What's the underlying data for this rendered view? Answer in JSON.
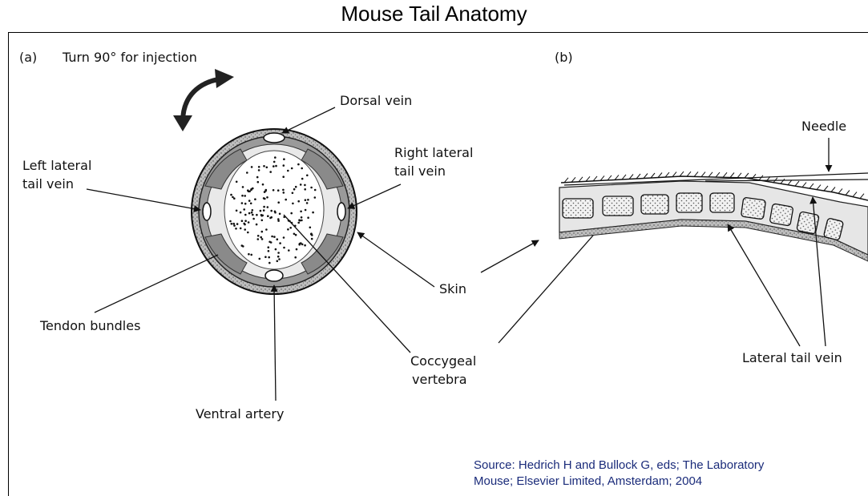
{
  "title": "Mouse Tail Anatomy",
  "panel_a": {
    "marker": "(a)",
    "instruction": "Turn 90° for injection",
    "labels": {
      "dorsal_vein": "Dorsal vein",
      "right_lateral_1": "Right lateral",
      "right_lateral_2": "tail vein",
      "left_lateral_1": "Left lateral",
      "left_lateral_2": "tail vein",
      "tendon_bundles": "Tendon bundles",
      "ventral_artery": "Ventral artery"
    }
  },
  "panel_b": {
    "marker": "(b)",
    "labels": {
      "needle": "Needle",
      "lateral_tail_vein": "Lateral tail vein"
    }
  },
  "shared_labels": {
    "skin": "Skin",
    "coccygeal_1": "Coccygeal",
    "coccygeal_2": "vertebra"
  },
  "source": {
    "line1": "Source:  Hedrich H and Bullock G, eds; The Laboratory",
    "line2": "Mouse; Elsevier Limited, Amsterdam; 2004"
  },
  "colors": {
    "source_text": "#1a2b7a",
    "tendon": "#8a8a8a",
    "skin_ring": "#9a9a9a",
    "vertebra_fill": "#d6d6d6"
  }
}
